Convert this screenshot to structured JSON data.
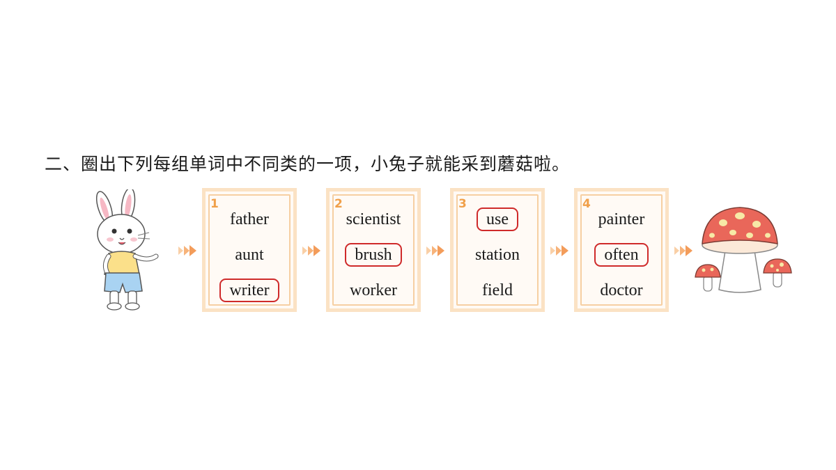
{
  "instruction": "二、圈出下列每组单词中不同类的一项，小兔子就能采到蘑菇啦。",
  "groups": [
    {
      "number": "1",
      "words": [
        "father",
        "aunt",
        "writer"
      ],
      "circled_index": 2
    },
    {
      "number": "2",
      "words": [
        "scientist",
        "brush",
        "worker"
      ],
      "circled_index": 1
    },
    {
      "number": "3",
      "words": [
        "use",
        "station",
        "field"
      ],
      "circled_index": 0
    },
    {
      "number": "4",
      "words": [
        "painter",
        "often",
        "doctor"
      ],
      "circled_index": 1
    }
  ],
  "colors": {
    "card_border": "#fbe2c4",
    "card_inner_border": "#f6cfa2",
    "number": "#f0a04a",
    "circle": "#cf2a2a",
    "arrow": "#f7b37a",
    "mushroom_cap": "#e9675a"
  },
  "icons": [
    "rabbit-illustration",
    "arrow-icon",
    "mushroom-illustration"
  ]
}
